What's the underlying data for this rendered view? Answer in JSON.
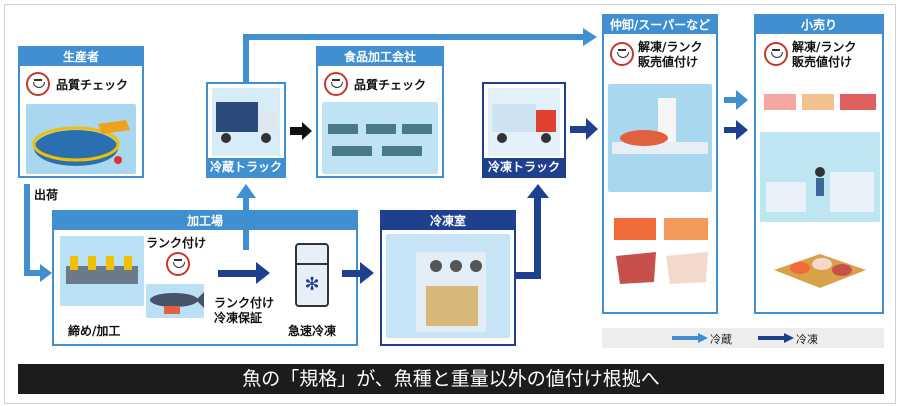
{
  "producer": {
    "title": "生産者",
    "check": "品質チェック"
  },
  "shipping": {
    "label": "出荷"
  },
  "processing_plant": {
    "title": "加工場",
    "rank": "ランク付け",
    "process": "締め/加工",
    "rank_freeze": "ランク付け\n冷凍保証",
    "quick_freeze": "急速冷凍"
  },
  "refrig_truck": {
    "label": "冷蔵トラック"
  },
  "food_company": {
    "title": "食品加工会社",
    "check": "品質チェック"
  },
  "freezer_room": {
    "title": "冷凍室"
  },
  "freezer_truck": {
    "label": "冷凍トラック"
  },
  "wholesale": {
    "title": "仲卸/スーパーなど",
    "note": "解凍/ランク\n販売値付け"
  },
  "retail": {
    "title": "小売り",
    "note": "解凍/ランク\n販売値付け"
  },
  "legend": {
    "refrigerated": "冷蔵",
    "frozen": "冷凍"
  },
  "footer": {
    "caption": "魚の「規格」が、魚種と重量以外の値付け根拠へ"
  },
  "colors": {
    "refrigerated": "#3f8fd1",
    "frozen": "#1f3f8f",
    "footer_bg": "#1c1c1c"
  }
}
